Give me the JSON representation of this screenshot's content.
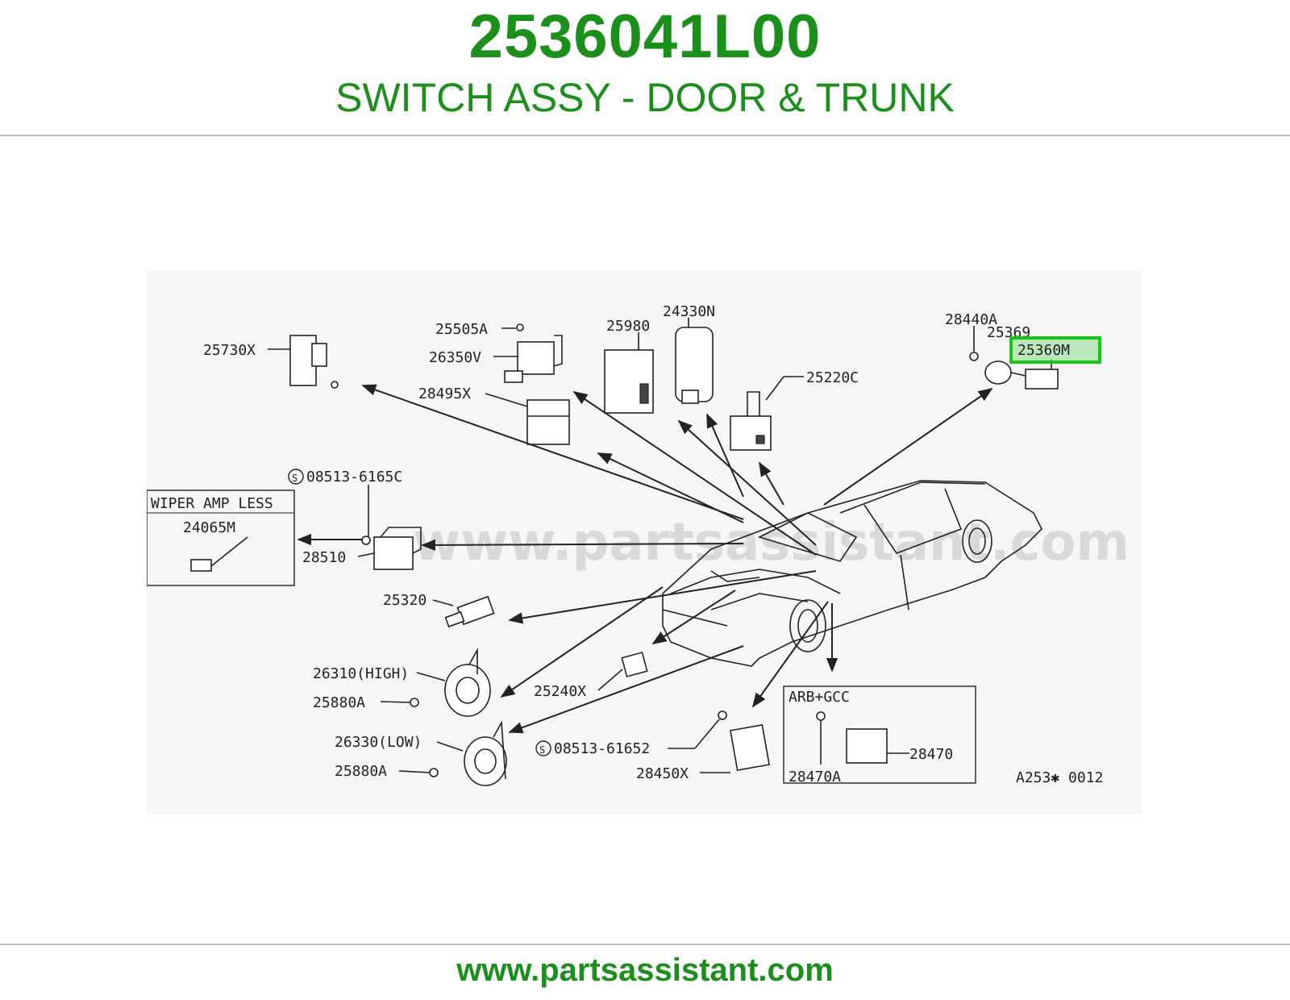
{
  "header": {
    "part_number": "2536041L00",
    "part_name": "SWITCH ASSY - DOOR & TRUNK"
  },
  "footer": {
    "website": "www.partsassistant.com"
  },
  "diagram": {
    "watermark": "www.partsassistant.com",
    "drawing_code": "A253✱ 0012",
    "highlighted_part": "25360M",
    "boxes": {
      "wiper_amp_less": "WIPER AMP LESS",
      "arb_gcc": "ARB+GCC"
    },
    "labels": {
      "p25730X": "25730X",
      "p25505A": "25505A",
      "p26350V": "26350V",
      "p28495X": "28495X",
      "p25980": "25980",
      "p24330N": "24330N",
      "p28440A": "28440A",
      "p25369": "25369",
      "p25360M": "25360M",
      "p25220C": "25220C",
      "p08513_6165C": "08513-6165C",
      "p24065M": "24065M",
      "p28510": "28510",
      "p25320": "25320",
      "p26310": "26310(HIGH)",
      "p25880A_1": "25880A",
      "p25240X": "25240X",
      "p26330": "26330(LOW)",
      "p25880A_2": "25880A",
      "p08513_61652": "08513-61652",
      "p28450X": "28450X",
      "p28470": "28470",
      "p28470A": "28470A"
    }
  },
  "colors": {
    "brand_green": "#1a8f1a",
    "highlight_green": "#14c814",
    "rule_gray": "#bdbdbd",
    "diagram_bg": "#f6f6f6"
  }
}
